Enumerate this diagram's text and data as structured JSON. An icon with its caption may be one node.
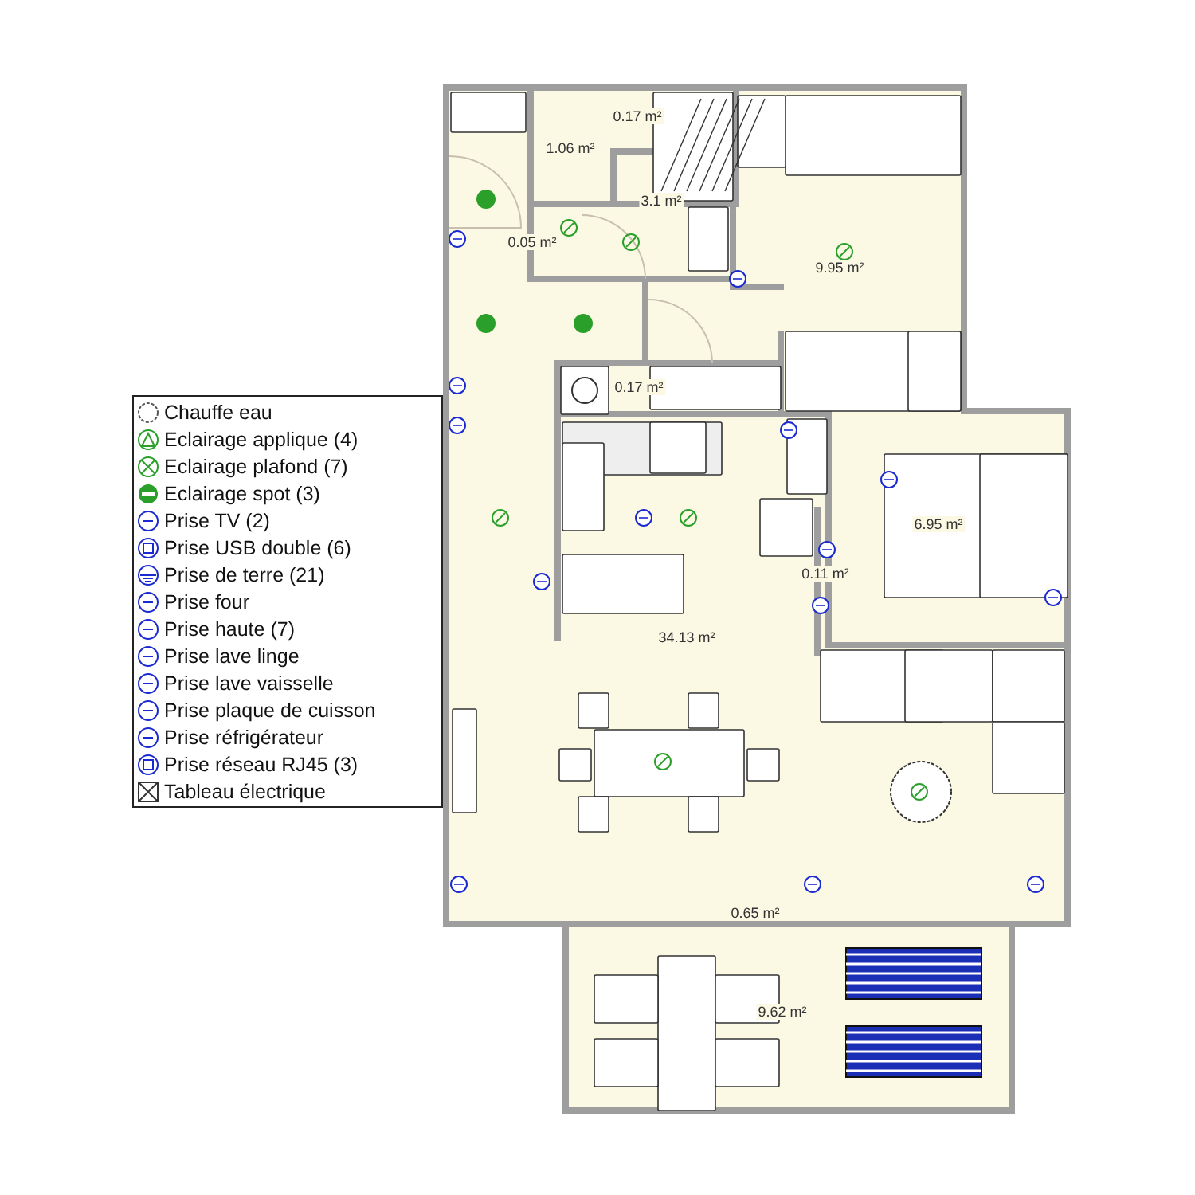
{
  "diagram": {
    "labels": [
      "1.06 m²",
      "0.17 m²",
      "3.1 m²",
      "0.05 m²",
      "9.95 m²",
      "0.17 m²",
      "6.95 m²",
      "0.11 m²",
      "34.13 m²",
      "0.65 m²",
      "9.62 m²"
    ],
    "legend": [
      {
        "text": "Chauffe eau"
      },
      {
        "text": "Eclairage applique (4)"
      },
      {
        "text": "Eclairage plafond (7)"
      },
      {
        "text": "Eclairage spot (3)"
      },
      {
        "text": "Prise TV (2)"
      },
      {
        "text": "Prise USB double (6)"
      },
      {
        "text": "Prise de terre (21)"
      },
      {
        "text": "Prise four"
      },
      {
        "text": "Prise haute (7)"
      },
      {
        "text": "Prise lave linge"
      },
      {
        "text": "Prise lave vaisselle"
      },
      {
        "text": "Prise plaque de cuisson"
      },
      {
        "text": "Prise réfrigérateur"
      },
      {
        "text": "Prise réseau RJ45 (3)"
      },
      {
        "text": "Tableau électrique"
      }
    ]
  }
}
